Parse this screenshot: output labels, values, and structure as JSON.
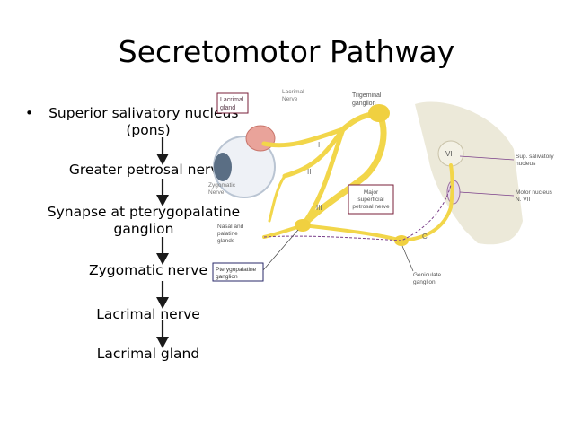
{
  "slide": {
    "title": "Secretomotor Pathway",
    "bullet": "•",
    "steps": [
      "Superior salivatory nucleus",
      "(pons)",
      "Greater petrosal nerve",
      "Synapse at pterygopalatine",
      "ganglion",
      "Zygomatic nerve",
      "Lacrimal nerve",
      "Lacrimal gland"
    ]
  },
  "diagram": {
    "labels": {
      "lacrimal_gland_1": "Lacrimal",
      "lacrimal_gland_2": "gland",
      "lacrimal_nerve_1": "Lacrimal",
      "lacrimal_nerve_2": "Nerve",
      "trigeminal_1": "Trigeminal",
      "trigeminal_2": "ganglion",
      "zygomatic_1": "Zygomatic",
      "zygomatic_2": "Nerve",
      "major_1": "Major",
      "major_2": "superficial",
      "major_3": "petrosal nerve",
      "nasal_1": "Nasal and",
      "nasal_2": "palatine",
      "nasal_3": "glands",
      "ptery_1": "Pterygopalatine",
      "ptery_2": "ganglion",
      "sup_1": "Sup. salivatory",
      "sup_2": "nucleus",
      "motor_1": "Motor nucleus",
      "motor_2": "N. VII",
      "genic_1": "Geniculate",
      "genic_2": "ganglion",
      "roman_1": "I",
      "roman_2": "II",
      "roman_3": "III",
      "roman_6": "VI",
      "c": "C"
    },
    "colors": {
      "nerve": "#f2d64a",
      "label_box": "#7a1f3a",
      "brainstem": "#e8e6d6",
      "arrow": "#1a1a1a"
    }
  }
}
